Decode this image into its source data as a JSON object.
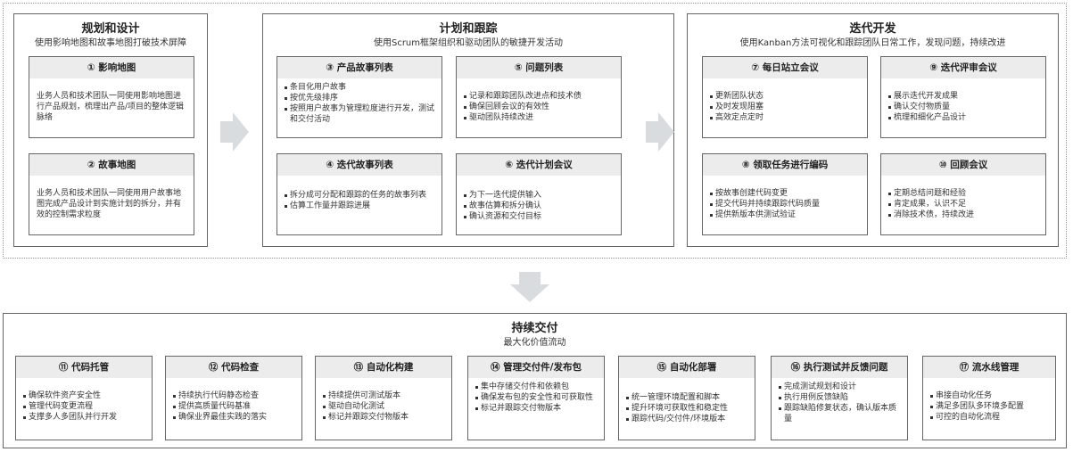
{
  "top": [
    {
      "title": "规划和设计",
      "subtitle": "使用影响地图和故事地图打破技术屏障",
      "cards": [
        {
          "title": "① 影响地图",
          "desc": "业务人员和技术团队一同使用影响地图进行产品规划，梳理出产品/项目的整体逻辑脉络"
        },
        {
          "title": "② 故事地图",
          "desc": "业务人员和技术团队一同使用用户故事地图完成产品设计到实施计划的拆分，并有效的控制需求粒度"
        }
      ]
    },
    {
      "title": "计划和跟踪",
      "subtitle": "使用Scrum框架组织和驱动团队的敏捷开发活动",
      "cards": [
        {
          "title": "③ 产品故事列表",
          "items": [
            "条目化用户故事",
            "按优先级排序",
            "按照用户故事为管理粒度进行开发，测试和交付活动"
          ]
        },
        {
          "title": "⑤ 问题列表",
          "items": [
            "记录和跟踪团队改进点和技术债",
            "确保回顾会议的有效性",
            "驱动团队持续改进"
          ]
        },
        {
          "title": "④ 迭代故事列表",
          "items": [
            "拆分成可分配和跟踪的任务的故事列表",
            "估算工作量并跟踪进展"
          ]
        },
        {
          "title": "⑥ 迭代计划会议",
          "items": [
            "为下一迭代提供输入",
            "故事估算和拆分确认",
            "确认资源和交付目标"
          ]
        }
      ]
    },
    {
      "title": "迭代开发",
      "subtitle": "使用Kanban方法可视化和跟踪团队日常工作，发现问题，持续改进",
      "cards": [
        {
          "title": "⑦ 每日站立会议",
          "items": [
            "更新团队状态",
            "及时发现阻塞",
            "高效定点定时"
          ]
        },
        {
          "title": "⑨ 迭代评审会议",
          "items": [
            "展示迭代开发成果",
            "确认交付物质量",
            "梳理和细化产品设计"
          ]
        },
        {
          "title": "⑧ 领取任务进行编码",
          "items": [
            "按故事创建代码变更",
            "提交代码并持续跟踪代码质量",
            "提供新版本供测试验证"
          ]
        },
        {
          "title": "⑩ 回顾会议",
          "items": [
            "定期总结问题和经验",
            "肯定成果，认识不足",
            "消除技术债，持续改进"
          ]
        }
      ]
    }
  ],
  "bottom": {
    "title": "持续交付",
    "subtitle": "最大化价值流动",
    "cards": [
      {
        "title": "⑪ 代码托管",
        "items": [
          "确保软件资产安全性",
          "管理代码变更流程",
          "支撑多人多团队并行开发"
        ]
      },
      {
        "title": "⑫ 代码检查",
        "items": [
          "持续执行代码静态检查",
          "提供高质量代码基准",
          "确保业界最佳实践的落实"
        ]
      },
      {
        "title": "⑬ 自动化构建",
        "items": [
          "持续提供可测试版本",
          "驱动自动化测试",
          "标记并跟踪交付物版本"
        ]
      },
      {
        "title": "⑭ 管理交付件/发布包",
        "items": [
          "集中存储交付件和依赖包",
          "确保发布包的安全性和可获取性",
          "标记并跟踪交付物版本"
        ]
      },
      {
        "title": "⑮ 自动化部署",
        "items": [
          "统一管理环境配置和脚本",
          "提升环境可获取性和稳定性",
          "跟踪代码/交付件/环境版本"
        ]
      },
      {
        "title": "⑯ 执行测试并反馈问题",
        "items": [
          "完成测试规划和设计",
          "执行用例反馈缺陷",
          "跟踪缺陷修复状态，确认版本质量"
        ]
      },
      {
        "title": "⑰ 流水线管理",
        "items": [
          "串接自动化任务",
          "满足多团队多环境多配置",
          "可控的自动化流程"
        ]
      }
    ]
  }
}
